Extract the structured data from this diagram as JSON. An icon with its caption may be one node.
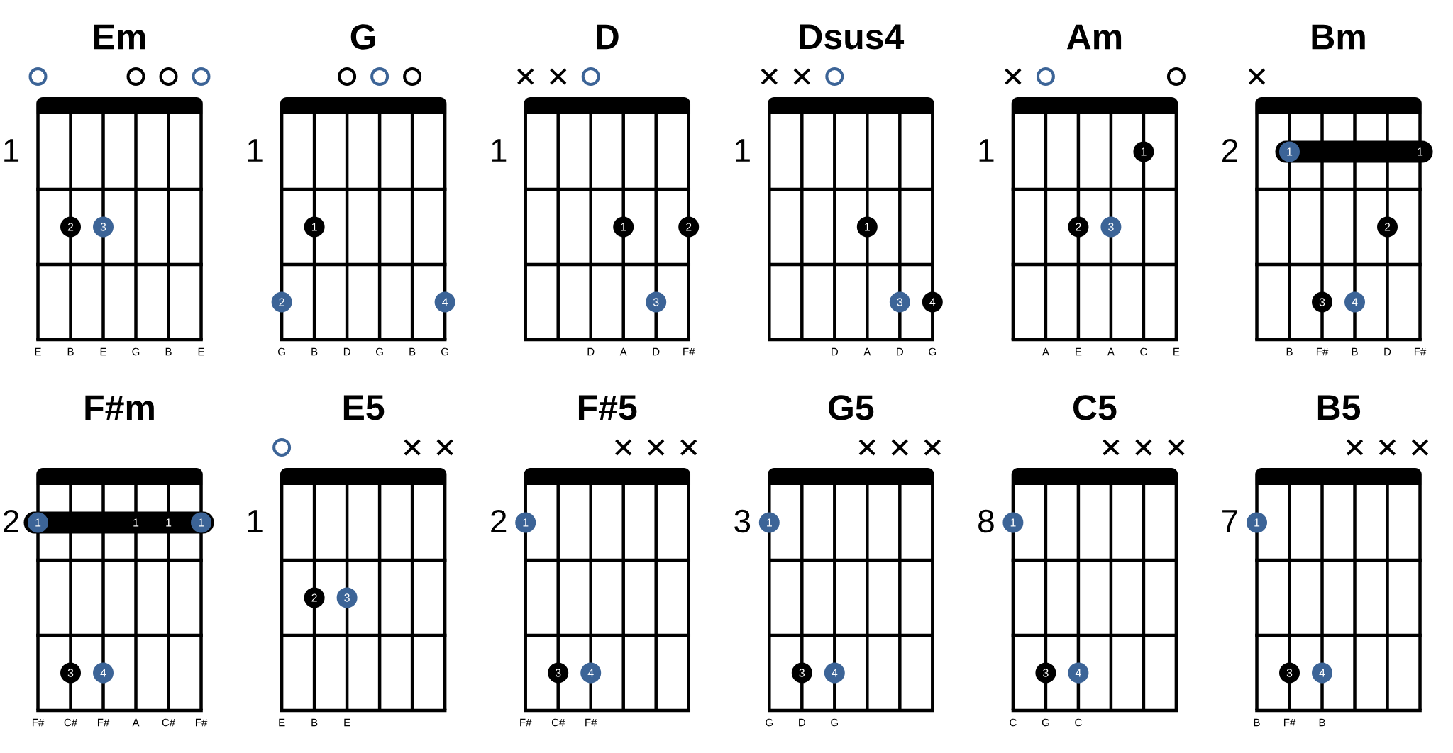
{
  "diagram": {
    "nodes": [
      {
        "text": [
          "Em"
        ],
        "beside": [
          "1",
          "E",
          "B",
          "E",
          "G",
          "B",
          "E"
        ]
      },
      {
        "text": [],
        "shape": "circle",
        "in": 0
      },
      {
        "text": [],
        "shape": "circle",
        "in": 0
      },
      {
        "text": [],
        "shape": "circle",
        "in": 0
      },
      {
        "text": [],
        "shape": "circle",
        "in": 0
      },
      {
        "text": [
          "2"
        ],
        "in": 0
      },
      {
        "text": [
          "3"
        ],
        "in": 0
      },
      {
        "text": [
          "G"
        ],
        "beside": [
          "1",
          "G",
          "B",
          "D",
          "G",
          "B",
          "G"
        ]
      },
      {
        "text": [],
        "shape": "circle",
        "in": 7
      },
      {
        "text": [],
        "shape": "circle",
        "in": 7
      },
      {
        "text": [],
        "shape": "circle",
        "in": 7
      },
      {
        "text": [
          "1"
        ],
        "in": 7
      },
      {
        "text": [
          "2"
        ],
        "in": 7
      },
      {
        "text": [
          "4"
        ],
        "in": 7
      },
      {
        "text": [
          "D"
        ],
        "beside": [
          "1",
          "D",
          "A",
          "D",
          "F#"
        ]
      },
      {
        "text": [],
        "shape": "cross",
        "in": 14
      },
      {
        "text": [],
        "shape": "cross",
        "in": 14
      },
      {
        "text": [],
        "shape": "circle",
        "in": 14
      },
      {
        "text": [
          "1"
        ],
        "in": 14
      },
      {
        "text": [
          "2"
        ],
        "in": 14
      },
      {
        "text": [
          "3"
        ],
        "in": 14
      },
      {
        "text": [
          "Dsus4"
        ],
        "beside": [
          "1",
          "D",
          "A",
          "D",
          "G"
        ]
      },
      {
        "text": [],
        "shape": "cross",
        "in": 21
      },
      {
        "text": [],
        "shape": "cross",
        "in": 21
      },
      {
        "text": [],
        "shape": "circle",
        "in": 21
      },
      {
        "text": [
          "1"
        ],
        "in": 21
      },
      {
        "text": [
          "3"
        ],
        "in": 21
      },
      {
        "text": [
          "4"
        ],
        "in": 21
      },
      {
        "text": [
          "Am"
        ],
        "beside": [
          "1",
          "A",
          "E",
          "A",
          "C",
          "E"
        ]
      },
      {
        "text": [],
        "shape": "cross",
        "in": 28
      },
      {
        "text": [],
        "shape": "circle",
        "in": 28
      },
      {
        "text": [],
        "shape": "circle",
        "in": 28
      },
      {
        "text": [
          "1"
        ],
        "in": 28
      },
      {
        "text": [
          "2"
        ],
        "in": 28
      },
      {
        "text": [
          "3"
        ],
        "in": 28
      },
      {
        "text": [
          "Bm"
        ],
        "beside": [
          "2",
          "B",
          "F#",
          "B",
          "D",
          "F#"
        ]
      },
      {
        "text": [],
        "shape": "cross",
        "in": 35
      },
      {
        "text": [
          "1",
          "1"
        ],
        "in": 35
      },
      {
        "text": [
          "2"
        ],
        "in": 35
      },
      {
        "text": [
          "3"
        ],
        "in": 35
      },
      {
        "text": [
          "4"
        ],
        "in": 35
      },
      {
        "text": [
          "F#m"
        ],
        "beside": [
          "2",
          "F#",
          "C#",
          "F#",
          "A",
          "C#",
          "F#"
        ]
      },
      {
        "text": [
          "1",
          "1",
          "1",
          "1"
        ],
        "in": 41
      },
      {
        "text": [
          "3"
        ],
        "in": 41
      },
      {
        "text": [
          "4"
        ],
        "in": 41
      },
      {
        "text": [
          "E5"
        ],
        "beside": [
          "1",
          "E",
          "B",
          "E"
        ]
      },
      {
        "text": [],
        "shape": "circle",
        "in": 45
      },
      {
        "text": [],
        "shape": "cross",
        "in": 45
      },
      {
        "text": [],
        "shape": "cross",
        "in": 45
      },
      {
        "text": [
          "2"
        ],
        "in": 45
      },
      {
        "text": [
          "3"
        ],
        "in": 45
      },
      {
        "text": [
          "F#5"
        ],
        "beside": [
          "2",
          "F#",
          "C#",
          "F#"
        ]
      },
      {
        "text": [],
        "shape": "cross",
        "in": 51
      },
      {
        "text": [],
        "shape": "cross",
        "in": 51
      },
      {
        "text": [],
        "shape": "cross",
        "in": 51
      },
      {
        "text": [
          "1"
        ],
        "in": 51
      },
      {
        "text": [
          "3"
        ],
        "in": 51
      },
      {
        "text": [
          "4"
        ],
        "in": 51
      },
      {
        "text": [
          "G5"
        ],
        "beside": [
          "3",
          "G",
          "D",
          "G"
        ]
      },
      {
        "text": [],
        "shape": "cross",
        "in": 58
      },
      {
        "text": [],
        "shape": "cross",
        "in": 58
      },
      {
        "text": [],
        "shape": "cross",
        "in": 58
      },
      {
        "text": [
          "1"
        ],
        "in": 58
      },
      {
        "text": [
          "3"
        ],
        "in": 58
      },
      {
        "text": [
          "4"
        ],
        "in": 58
      },
      {
        "text": [
          "C5"
        ],
        "beside": [
          "8",
          "C",
          "G",
          "C"
        ]
      },
      {
        "text": [],
        "shape": "cross",
        "in": 65
      },
      {
        "text": [],
        "shape": "cross",
        "in": 65
      },
      {
        "text": [],
        "shape": "cross",
        "in": 65
      },
      {
        "text": [
          "1"
        ],
        "in": 65
      },
      {
        "text": [
          "3"
        ],
        "in": 65
      },
      {
        "text": [
          "4"
        ],
        "in": 65
      },
      {
        "text": [
          "B5"
        ],
        "beside": [
          "7",
          "B",
          "F#",
          "B"
        ]
      },
      {
        "text": [],
        "shape": "cross",
        "in": 72
      },
      {
        "text": [],
        "shape": "cross",
        "in": 72
      },
      {
        "text": [],
        "shape": "cross",
        "in": 72
      },
      {
        "text": [
          "1"
        ],
        "in": 72
      },
      {
        "text": [
          "3"
        ],
        "in": 72
      },
      {
        "text": [
          "4"
        ],
        "in": 72
      }
    ]
  }
}
